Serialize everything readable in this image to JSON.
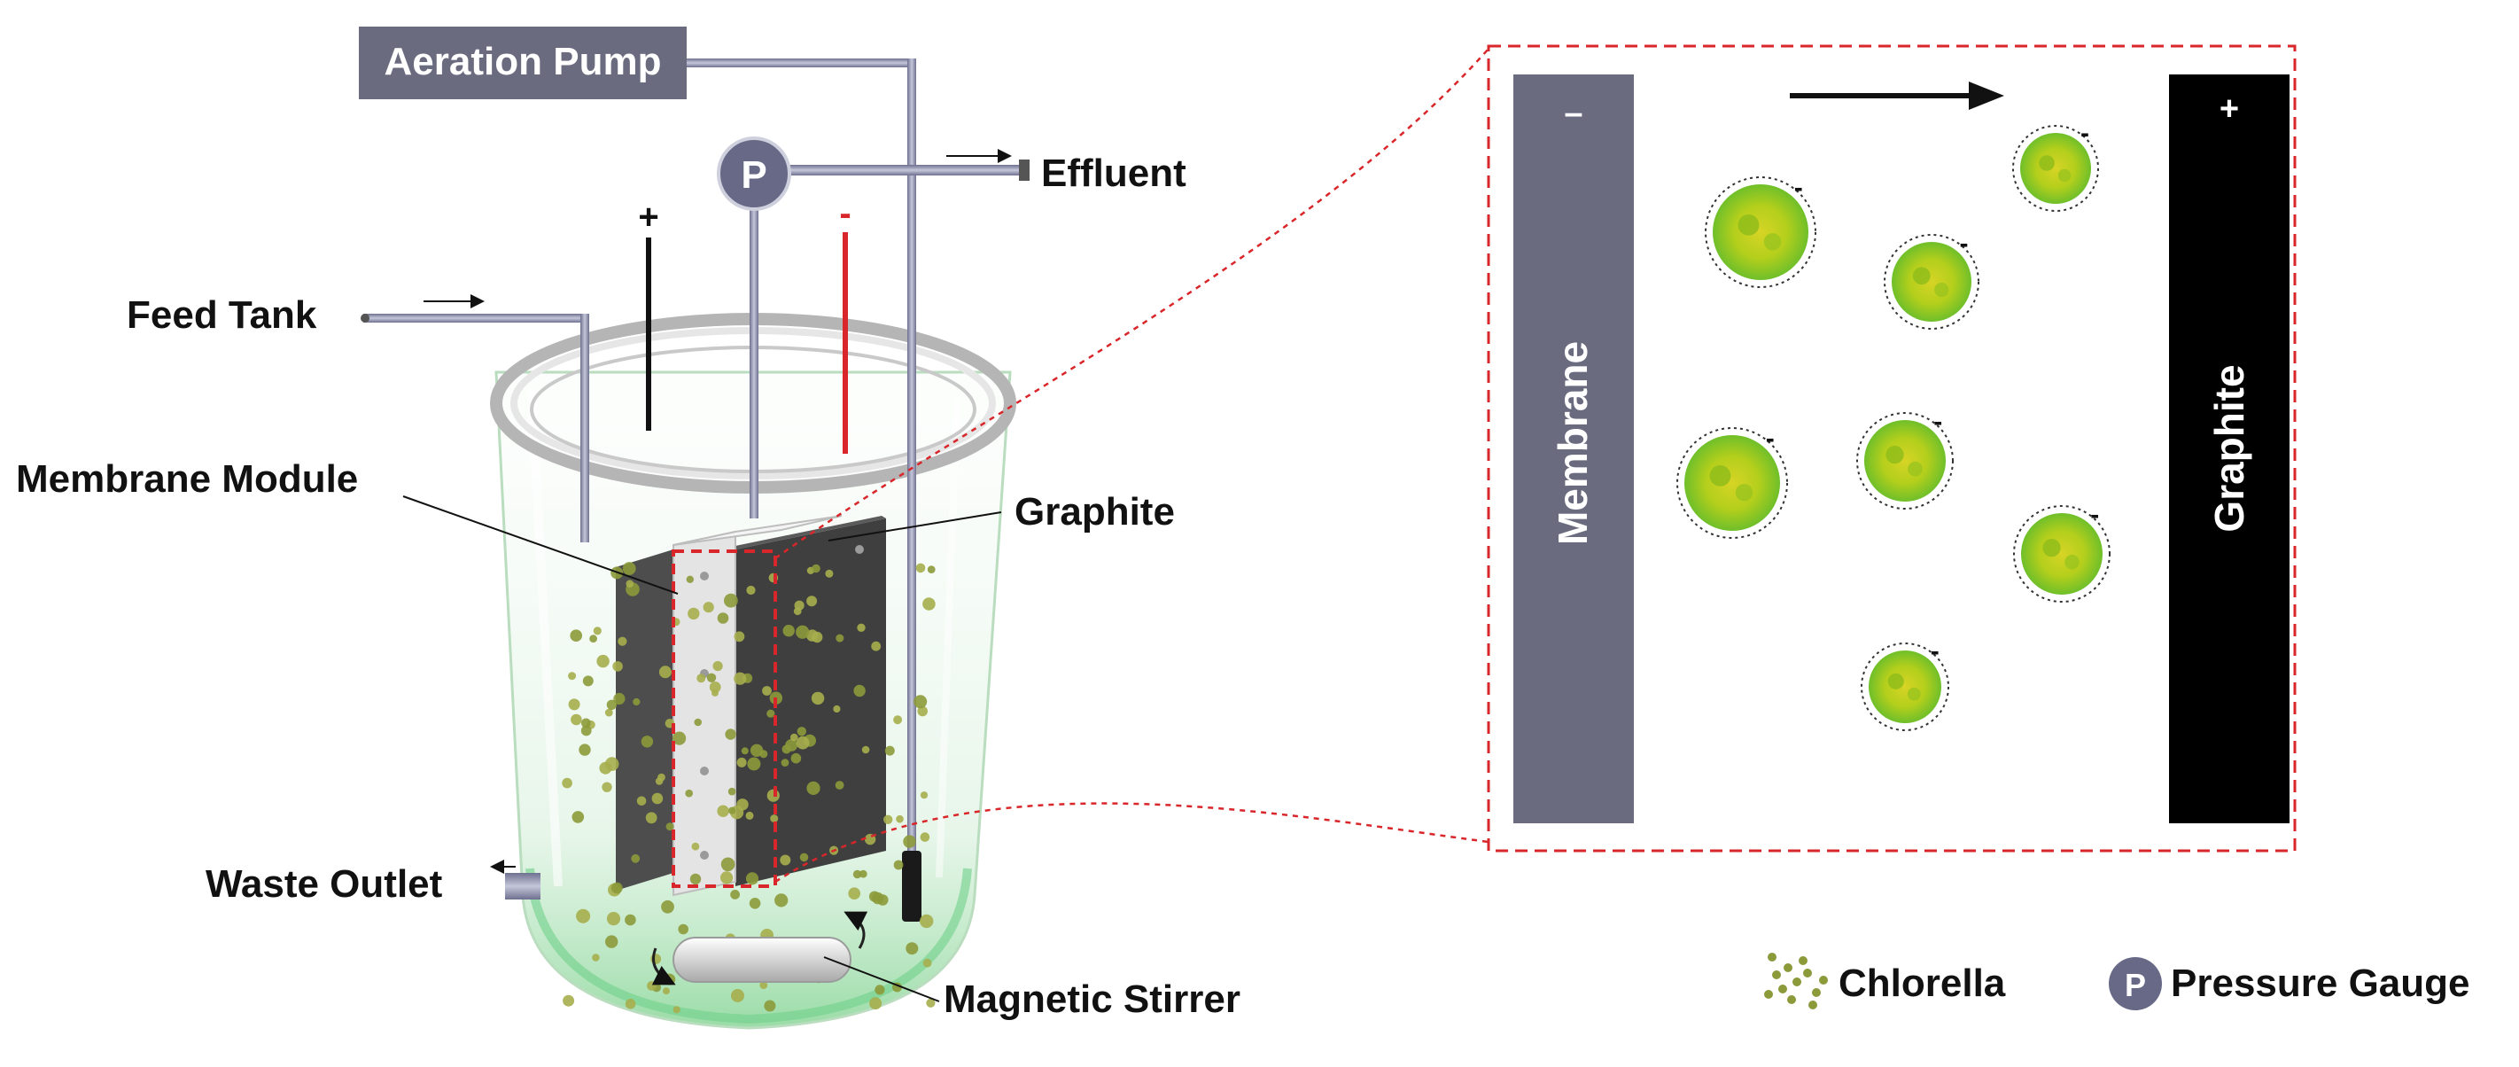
{
  "labels": {
    "aeration_pump": "Aeration Pump",
    "effluent": "Effluent",
    "feed_tank": "Feed Tank",
    "membrane_module": "Membrane Module",
    "graphite": "Graphite",
    "waste_outlet": "Waste Outlet",
    "magnetic_stirrer": "Magnetic Stirrer",
    "plus": "+",
    "minus": "-"
  },
  "gauge": {
    "symbol": "P"
  },
  "inset": {
    "membrane_label": "Membrane",
    "membrane_sign": "–",
    "graphite_label": "Graphite",
    "graphite_sign": "+",
    "cell_charge": "-"
  },
  "legend": {
    "chlorella": "Chlorella",
    "gauge_symbol": "P",
    "pressure_gauge": "Pressure Gauge"
  },
  "colors": {
    "pipe": "#8a8ca8",
    "label_box": "#6b6b80",
    "inset_border": "#d9262a",
    "membrane_bar": "#6b6b80",
    "graphite_bar": "#000000",
    "positive_wire": "#111111",
    "negative_wire": "#d9262a",
    "cell_green": "#7fc31c",
    "cell_yellow": "#d9d91f"
  }
}
